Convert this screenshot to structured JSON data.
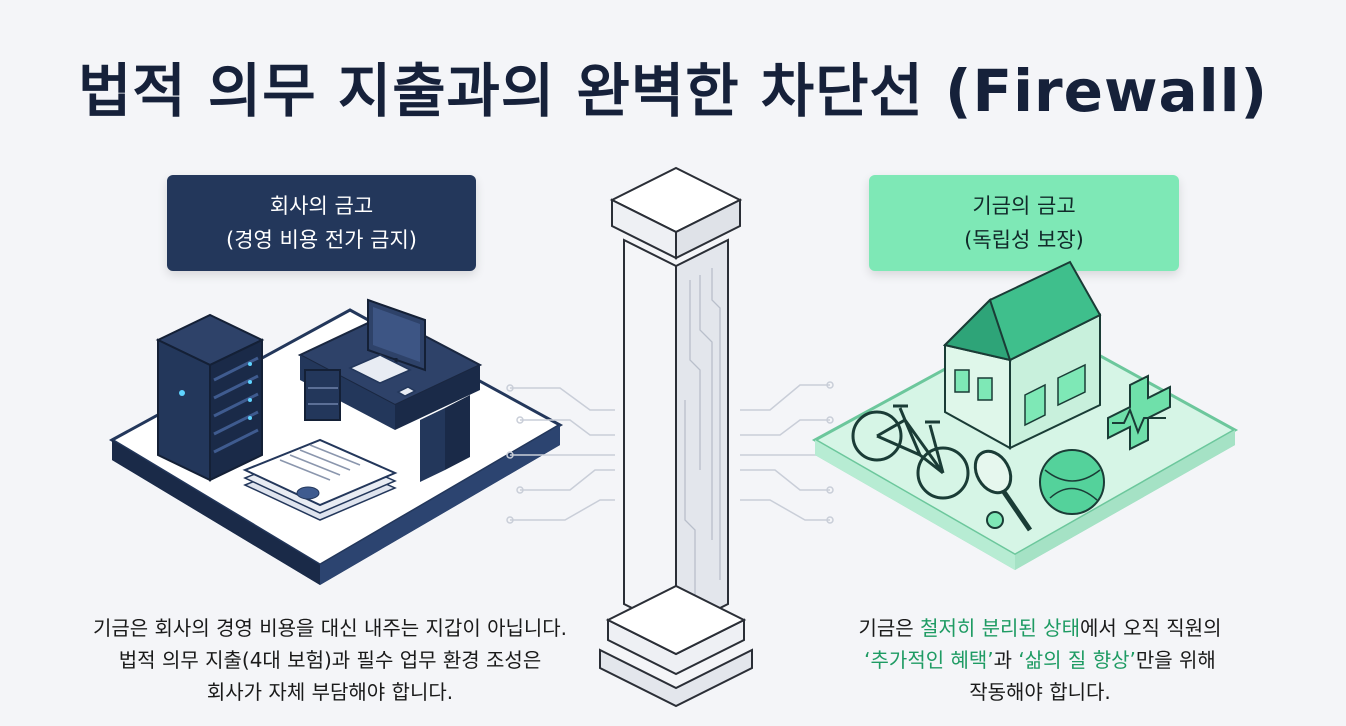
{
  "title": "법적 의무 지출과의 완벽한 차단선 (Firewall)",
  "left": {
    "box_line1": "회사의 금고",
    "box_line2": "(경영 비용 전가 금지)",
    "caption_line1": "기금은 회사의 경영 비용을 대신 내주는 지갑이 아닙니다.",
    "caption_line2": "법적 의무 지출(4대 보험)과 필수 업무 환경 조성은",
    "caption_line3": "회사가 자체 부담해야 합니다."
  },
  "right": {
    "box_line1": "기금의 금고",
    "box_line2": "(독립성 보장)",
    "caption_1a": "기금은 ",
    "caption_1b": "철저히 분리된 상태",
    "caption_1c": "에서 오직 직원의",
    "caption_2a": "‘추가적인 혜택’",
    "caption_2b": "과 ",
    "caption_2c": "‘삶의 질 향상’",
    "caption_2d": "만을 위해",
    "caption_3": "작동해야 합니다."
  },
  "colors": {
    "navy": "#23375b",
    "mint": "#7ee8b6",
    "highlight": "#1e9b63",
    "background": "#f4f5f8"
  },
  "icons": [
    "server-rack-icon",
    "office-desk-icon",
    "monitor-icon",
    "documents-icon",
    "pillar-icon",
    "house-icon",
    "bicycle-icon",
    "tennis-racket-icon",
    "ball-icon",
    "medical-cross-icon"
  ]
}
